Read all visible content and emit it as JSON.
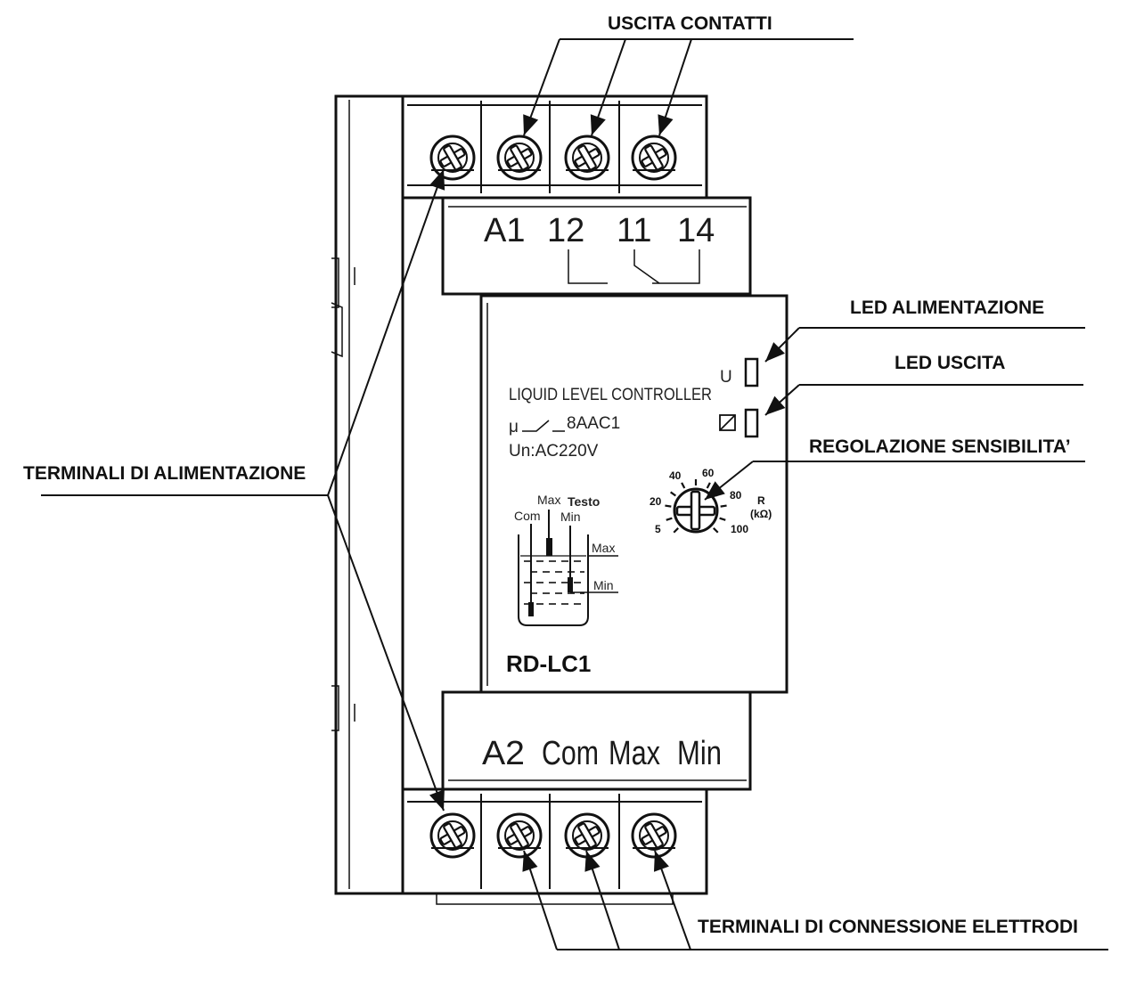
{
  "callouts": {
    "uscita_contatti": "USCITA CONTATTI",
    "led_alimentazione": "LED ALIMENTAZIONE",
    "led_uscita": "LED USCITA",
    "regolazione": "REGOLAZIONE SENSIBILITA’",
    "terminali_alimentazione": "TERMINALI DI ALIMENTAZIONE",
    "terminali_elettrodi": "TERMINALI DI CONNESSIONE ELETTRODI"
  },
  "top_terminals": [
    "A1",
    "12",
    "11",
    "14"
  ],
  "bottom_terminals": [
    "A2",
    "Com",
    "Max",
    "Min"
  ],
  "face": {
    "title": "LIQUID LEVEL CONTROLLER",
    "rating": "8AAC1",
    "voltage": "Un:AC220V",
    "model": "RD-LC1",
    "led_u_label": "U",
    "tank": {
      "com": "Com",
      "max_top": "Max",
      "testo": "Testo",
      "min_top": "Min",
      "max_side": "Max",
      "min_side": "Min"
    },
    "dial": {
      "ticks": [
        "5",
        "20",
        "40",
        "60",
        "80",
        "100"
      ],
      "unit_r": "R",
      "unit_k": "(kΩ)"
    }
  },
  "icons": [
    "screw-icon",
    "relay-coil-icon",
    "mu-symbol-icon",
    "switch-symbol-icon",
    "led-icon",
    "potentiometer-icon",
    "tank-icon"
  ]
}
